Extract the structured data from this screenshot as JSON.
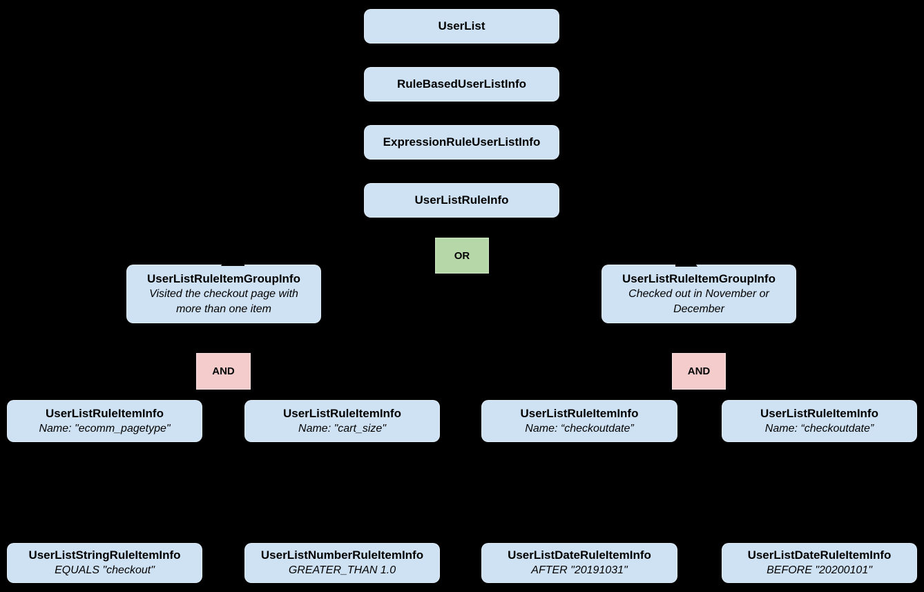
{
  "diagram": {
    "background_color": "#000000",
    "colors": {
      "class_node_fill": "#cfe2f3",
      "or_operator_fill": "#b6d7a8",
      "and_operator_fill": "#f4cccc",
      "text": "#000000"
    },
    "root_chain": [
      {
        "title": "UserList"
      },
      {
        "title": "RuleBasedUserListInfo"
      },
      {
        "title": "ExpressionRuleUserListInfo"
      },
      {
        "title": "UserListRuleInfo"
      }
    ],
    "or_operator": {
      "label": "OR"
    },
    "groups": [
      {
        "title": "UserListRuleItemGroupInfo",
        "description": "Visited the checkout page with more than one item",
        "and_label": "AND",
        "items": [
          {
            "title": "UserListRuleItemInfo",
            "subtitle": "Name: \"ecomm_pagetype\"",
            "leaf": {
              "title": "UserListStringRuleItemInfo",
              "subtitle": "EQUALS \"checkout\""
            }
          },
          {
            "title": "UserListRuleItemInfo",
            "subtitle": "Name: \"cart_size\"",
            "leaf": {
              "title": "UserListNumberRuleItemInfo",
              "subtitle": "GREATER_THAN 1.0"
            }
          }
        ]
      },
      {
        "title": "UserListRuleItemGroupInfo",
        "description": "Checked out in November or December",
        "and_label": "AND",
        "items": [
          {
            "title": "UserListRuleItemInfo",
            "subtitle": "Name: “checkoutdate”",
            "leaf": {
              "title": "UserListDateRuleItemInfo",
              "subtitle": "AFTER \"20191031\""
            }
          },
          {
            "title": "UserListRuleItemInfo",
            "subtitle": "Name: “checkoutdate”",
            "leaf": {
              "title": "UserListDateRuleItemInfo",
              "subtitle": "BEFORE \"20200101\""
            }
          }
        ]
      }
    ]
  }
}
